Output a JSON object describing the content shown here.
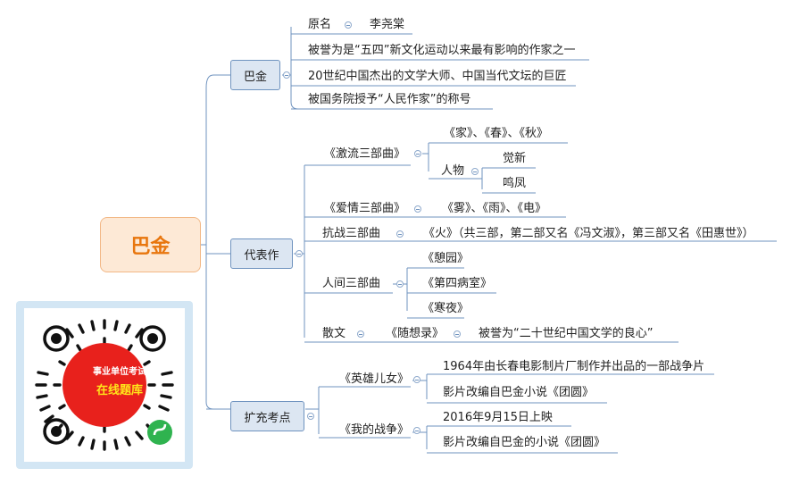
{
  "root": {
    "label": "巴金"
  },
  "branches": {
    "bajin": {
      "label": "巴金",
      "items": {
        "original_name": {
          "label": "原名",
          "value": "李尧棠"
        },
        "praised_as": "被誉为是“五四”新文化运动以来最有影响的作家之一",
        "master": "20世纪中国杰出的文学大师、中国当代文坛的巨匠",
        "title": "被国务院授予“人民作家”的称号"
      }
    },
    "works": {
      "label": "代表作",
      "torrent": {
        "label": "《激流三部曲》",
        "books": "《家》、《春》、《秋》",
        "characters_label": "人物",
        "characters": [
          "觉新",
          "鸣凤"
        ]
      },
      "love": {
        "label": "《爱情三部曲》",
        "books": "《雾》、《雨》、《电》"
      },
      "war": {
        "label": "抗战三部曲",
        "books": "《火》（共三部，第二部又名《冯文淑》，第三部又名《田惠世》）"
      },
      "human": {
        "label": "人间三部曲",
        "books": [
          "《憩园》",
          "《第四病室》",
          "《寒夜》"
        ]
      },
      "prose": {
        "label": "散文",
        "book": "《随想录》",
        "comment": "被誉为“二十世纪中国文学的良心”"
      }
    },
    "extension": {
      "label": "扩充考点",
      "heroes": {
        "label": "《英雄儿女》",
        "notes": [
          "1964年由长春电影制片厂制作并出品的一部战争片",
          "影片改编自巴金小说《团圆》"
        ]
      },
      "my_war": {
        "label": "《我的战争》",
        "notes": [
          "2016年9月15日上映",
          "影片改编自巴金的小说《团圆》"
        ]
      }
    }
  },
  "qr": {
    "line1": "事业单位考试",
    "line2": "在线题库"
  },
  "colors": {
    "line": "#6f93bf",
    "mid_fill": "#dce6f2",
    "root_fill": "#fde9d6",
    "root_text": "#e8760e",
    "qr_red": "#e8211c",
    "qr_green": "#2fb34f"
  }
}
